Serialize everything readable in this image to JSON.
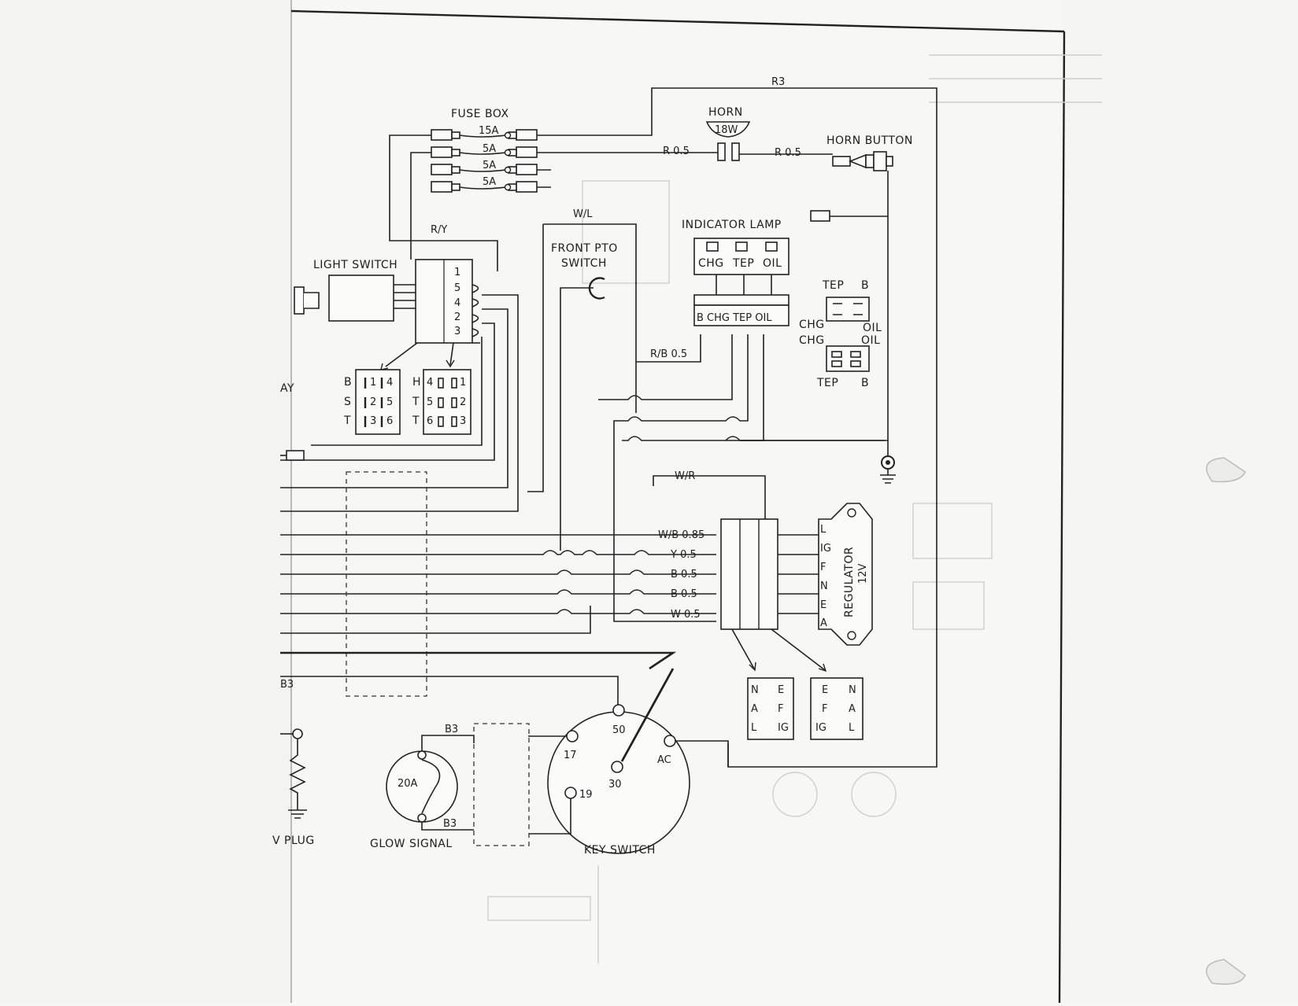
{
  "labels": {
    "fuse_box": "FUSE BOX",
    "horn": "HORN",
    "horn_rating": "18W",
    "horn_button": "HORN BUTTON",
    "indicator_lamp": "INDICATOR LAMP",
    "front_pto_switch_1": "FRONT PTO",
    "front_pto_switch_2": "SWITCH",
    "light_switch": "LIGHT SWITCH",
    "regulator": "REGULATOR",
    "regulator_voltage": "12V",
    "key_switch": "KEY SWITCH",
    "glow_signal": "GLOW SIGNAL",
    "plug_fragment": "V PLUG",
    "relay_fragment": "AY",
    "glow_fuse": "20A"
  },
  "fuses": [
    "15A",
    "5A",
    "5A",
    "5A"
  ],
  "wires": {
    "r3": "R3",
    "r05_left": "R 0.5",
    "r05_right": "R 0.5",
    "ry": "R/Y",
    "wl": "W/L",
    "rb": "R/B 0.5",
    "wr": "W/R",
    "wb": "W/B 0.85",
    "y05": "Y 0.5",
    "b05_a": "B 0.5",
    "b05_b": "B 0.5",
    "w05": "W 0.5",
    "b3_left": "B3",
    "b3_top": "B3",
    "b3_bottom": "B3"
  },
  "indicator": {
    "lamps": [
      "CHG",
      "TEP",
      "OIL"
    ],
    "connector": "B CHG TEP OIL"
  },
  "sender": {
    "top_left": "TEP",
    "top_right": "B",
    "mid_left_1": "CHG",
    "mid_left_2": "CHG",
    "mid_right_1": "OIL",
    "mid_right_2": "OIL",
    "bot_left": "TEP",
    "bot_right": "B"
  },
  "light_switch_terminals": [
    "1",
    "5",
    "4",
    "2",
    "3"
  ],
  "connector_left": {
    "rows": [
      [
        "B",
        "1",
        "4"
      ],
      [
        "S",
        "2",
        "5"
      ],
      [
        "T",
        "3",
        "6"
      ]
    ]
  },
  "connector_right": {
    "rows": [
      [
        "H",
        "4",
        "1"
      ],
      [
        "T",
        "5",
        "2"
      ],
      [
        "T",
        "6",
        "3"
      ]
    ]
  },
  "regulator_pins": [
    "L",
    "IG",
    "F",
    "N",
    "E",
    "A"
  ],
  "reg_conn_left": {
    "rows": [
      [
        "N",
        "E"
      ],
      [
        "A",
        "F"
      ],
      [
        "L",
        "IG"
      ]
    ]
  },
  "reg_conn_right": {
    "rows": [
      [
        "E",
        "N"
      ],
      [
        "F",
        "A"
      ],
      [
        "IG",
        "L"
      ]
    ]
  },
  "key_terminals": {
    "t50": "50",
    "t17": "17",
    "t30": "30",
    "tac": "AC",
    "t19": "19"
  }
}
